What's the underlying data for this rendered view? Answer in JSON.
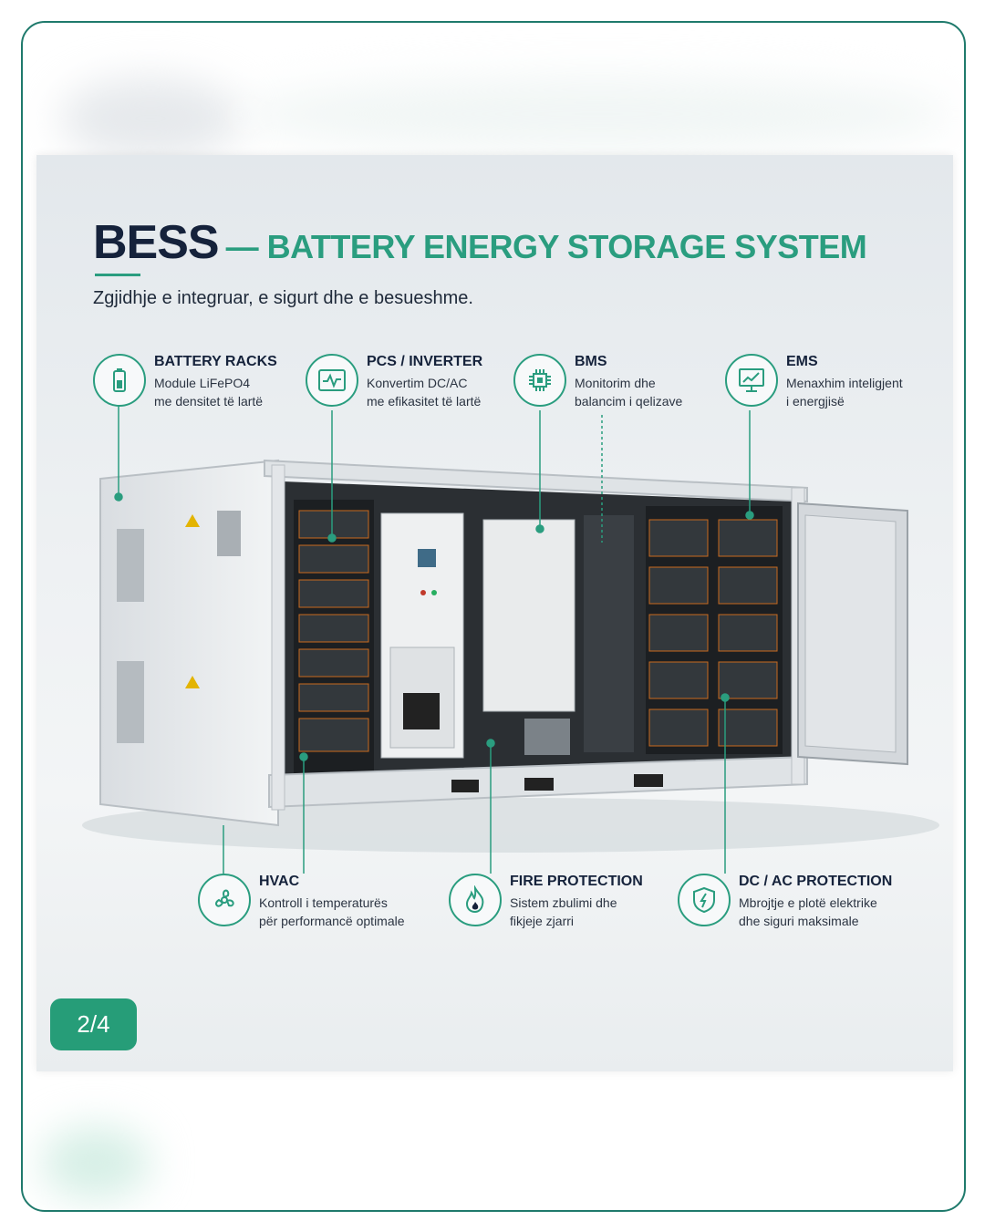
{
  "header": {
    "title_main": "BESS",
    "title_rest": "— BATTERY ENERGY STORAGE SYSTEM",
    "tagline": "Zgjidhje e integruar, e sigurt dhe e besueshme."
  },
  "features_top": [
    {
      "name": "BATTERY RACKS",
      "desc1": "Module LiFePO4",
      "desc2": "me densitet të lartë",
      "icon": "battery-icon"
    },
    {
      "name": "PCS / INVERTER",
      "desc1": "Konvertim DC/AC",
      "desc2": "me efikasitet të lartë",
      "icon": "inverter-wave-icon"
    },
    {
      "name": "BMS",
      "desc1": "Monitorim dhe",
      "desc2": "balancim i qelizave",
      "icon": "chip-icon"
    },
    {
      "name": "EMS",
      "desc1": "Menaxhim inteligjent",
      "desc2": "i energjisë",
      "icon": "monitor-chart-icon"
    }
  ],
  "features_bottom": [
    {
      "name": "HVAC",
      "desc1": "Kontroll i temperaturës",
      "desc2": "për performancë optimale",
      "icon": "fan-icon"
    },
    {
      "name": "FIRE PROTECTION",
      "desc1": "Sistem zbulimi dhe",
      "desc2": "fikjeje zjarri",
      "icon": "flame-icon"
    },
    {
      "name": "DC / AC PROTECTION",
      "desc1": "Mbrojtje e plotë elektrike",
      "desc2": "dhe siguri maksimale",
      "icon": "shield-bolt-icon"
    }
  ],
  "pager": {
    "label": "2/4"
  },
  "colors": {
    "accent": "#2a9d7f",
    "navy": "#15223b",
    "badge": "#269d78",
    "frame": "#1f7a6c"
  }
}
